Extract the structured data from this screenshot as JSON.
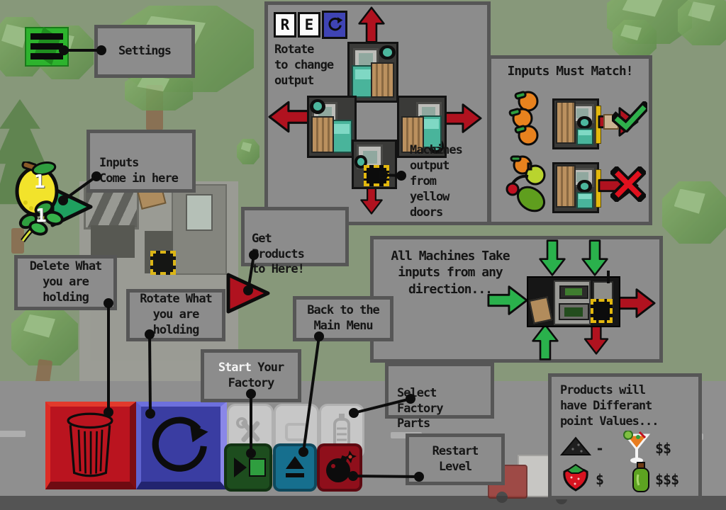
{
  "settings_label": "Settings",
  "inputs_label": "Inputs\nCome in here",
  "get_products_label": "Get\n Products\n  to Here!",
  "delete_label": "Delete What\nyou are\nholding",
  "rotate_label": "Rotate What\nyou are\nholding",
  "start_label": {
    "lead": "Start",
    "rest": " Your\nFactory"
  },
  "back_label": "Back to the\nMain Menu",
  "select_label": "Select\n Factory\n  Parts",
  "restart_label": "Restart\nLevel",
  "main_panel": {
    "key_r": "R",
    "key_e": "E",
    "rotate_caption": "Rotate\nto change\noutput",
    "output_caption": "Machines\noutput\nfrom\nyellow\ndoors"
  },
  "match_panel": {
    "title": "Inputs Must Match!"
  },
  "all_panel": {
    "caption": "All Machines Take\ninputs from any\ndirection..."
  },
  "products_panel": {
    "title": "Products will\nhave Differant\npoint Values...",
    "items": [
      {
        "icon": "coal-icon",
        "value": "-"
      },
      {
        "icon": "cocktail-icon",
        "value": "$$"
      },
      {
        "icon": "strawberry-icon",
        "value": "$"
      },
      {
        "icon": "bottle-icon",
        "value": "$$$"
      }
    ]
  },
  "input_marker": {
    "lemon_count": "1",
    "leaf_count": "1"
  },
  "colors": {
    "field": "#87987a",
    "panel": "#8c8c8c",
    "panel_border": "#565656",
    "arrow_red": "#b0121f",
    "arrow_green": "#2ab14c",
    "delete_button": "#ba141f",
    "rotate_button": "#3a3da2",
    "start_button": "#1d4d1e",
    "menu_button": "#166f8e",
    "restart_button": "#8f0f1b",
    "yellow_door": "#e3b80e"
  }
}
